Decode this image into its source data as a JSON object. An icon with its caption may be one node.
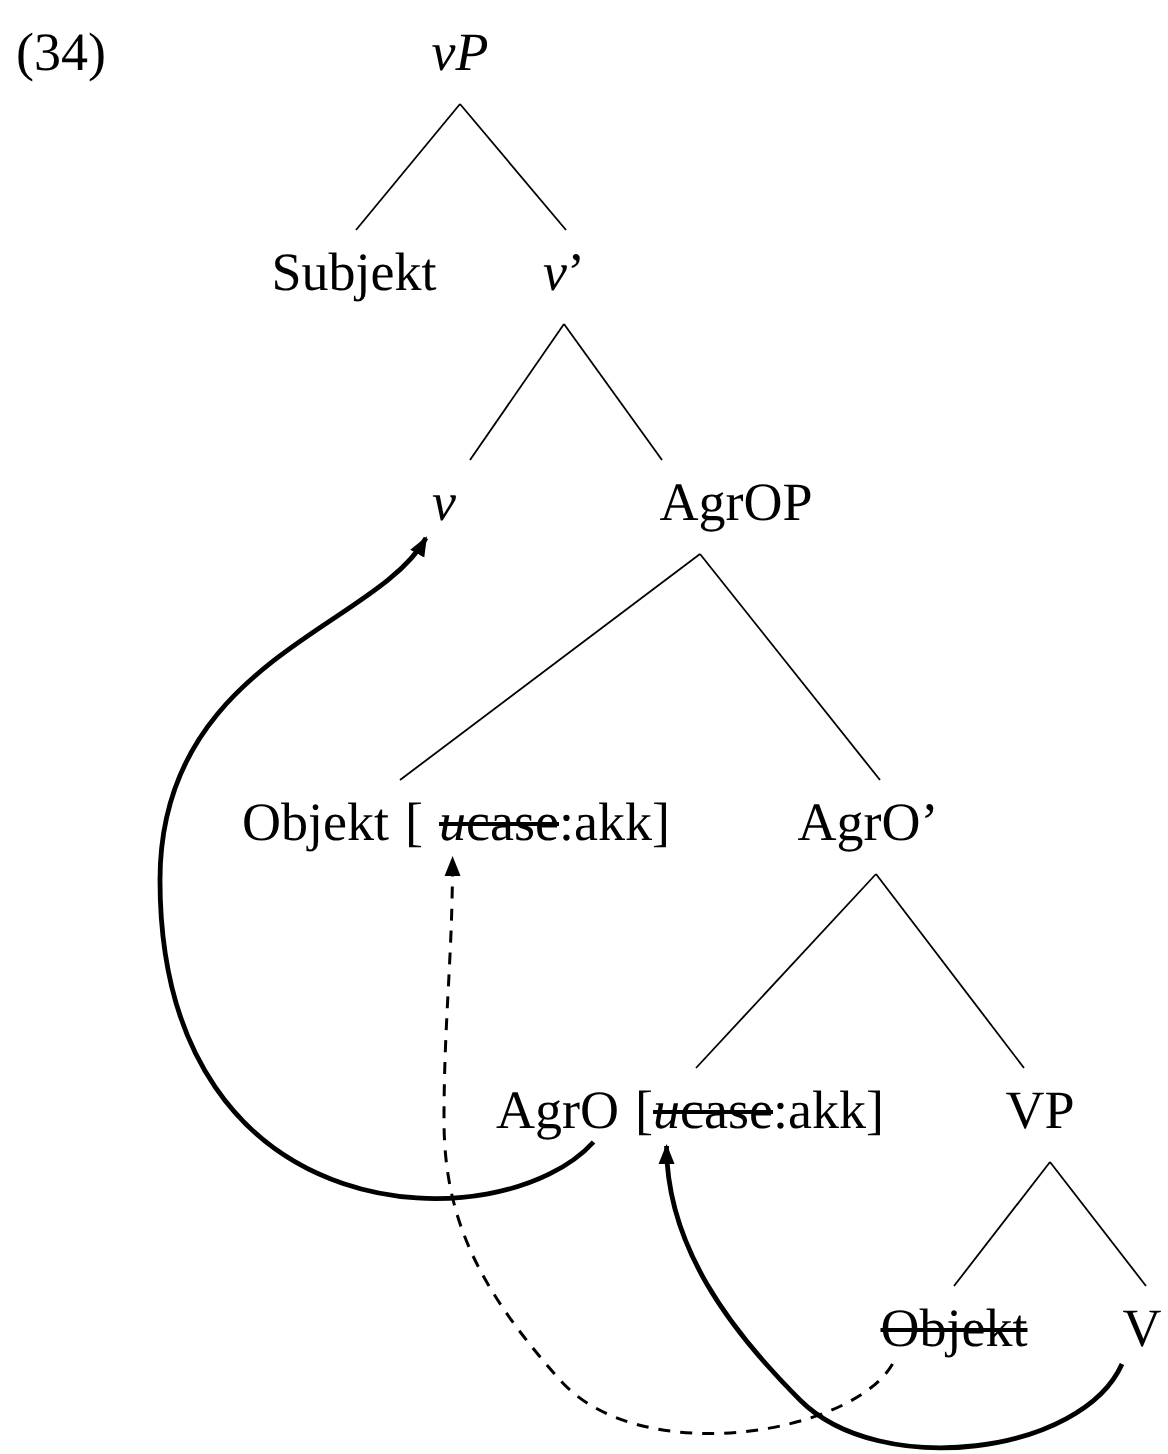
{
  "diagram": {
    "nodes": [
      {
        "text": [
          "vP"
        ]
      },
      {
        "text": [
          "Subjekt"
        ]
      },
      {
        "text": [
          "*v*’"
        ]
      },
      {
        "text": [
          "v"
        ]
      },
      {
        "text": [
          "AgrOP"
        ]
      },
      {
        "text": [
          "Objekt",
          "[",
          "u",
          "case",
          ":akk]"
        ]
      },
      {
        "text": [
          "AgrO’"
        ]
      },
      {
        "text": [
          "AgrO",
          "[",
          "u",
          "case",
          ":akk]"
        ]
      },
      {
        "text": [
          "VP"
        ]
      },
      {
        "text": [
          "Objekt"
        ]
      },
      {
        "text": [
          "V"
        ]
      }
    ],
    "edges": [
      {
        "from": 0,
        "to": 1,
        "arrow": "none"
      },
      {
        "from": 0,
        "to": 2,
        "arrow": "none"
      },
      {
        "from": 2,
        "to": 3,
        "arrow": "none"
      },
      {
        "from": 2,
        "to": 4,
        "arrow": "none"
      },
      {
        "from": 4,
        "to": 5,
        "arrow": "none"
      },
      {
        "from": 4,
        "to": 6,
        "arrow": "none"
      },
      {
        "from": 6,
        "to": 7,
        "arrow": "none"
      },
      {
        "from": 6,
        "to": 8,
        "arrow": "none"
      },
      {
        "from": 8,
        "to": 9,
        "arrow": "none"
      },
      {
        "from": 8,
        "to": 10,
        "arrow": "none"
      },
      {
        "from": 7,
        "to": 3,
        "arrow": "to",
        "style": "thick"
      },
      {
        "from": 9,
        "to": 5,
        "arrow": "to",
        "style": "dashed"
      },
      {
        "from": 10,
        "to": 7,
        "arrow": "to",
        "style": "thick"
      }
    ],
    "labels": [
      "(34)"
    ]
  }
}
